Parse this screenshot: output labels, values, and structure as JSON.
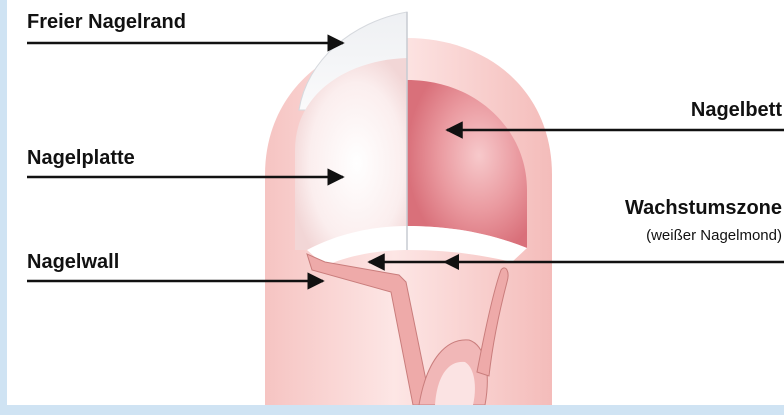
{
  "labels": {
    "freier_nagelrand": "Freier Nagelrand",
    "nagelplatte": "Nagelplatte",
    "nagelwall": "Nagelwall",
    "nagelbett": "Nagelbett",
    "wachstumszone": "Wachstumszone",
    "wachstumszone_sub": "(weißer Nagelmond)"
  },
  "colors": {
    "background_border": "#cfe3f3",
    "finger_skin": "#f8d3d1",
    "nail_bed": "#e5868b",
    "nail_plate": "#fbf7f7",
    "lunula": "#ffffff",
    "nail_wall": "#eeaaa9",
    "arrow": "#111111"
  }
}
